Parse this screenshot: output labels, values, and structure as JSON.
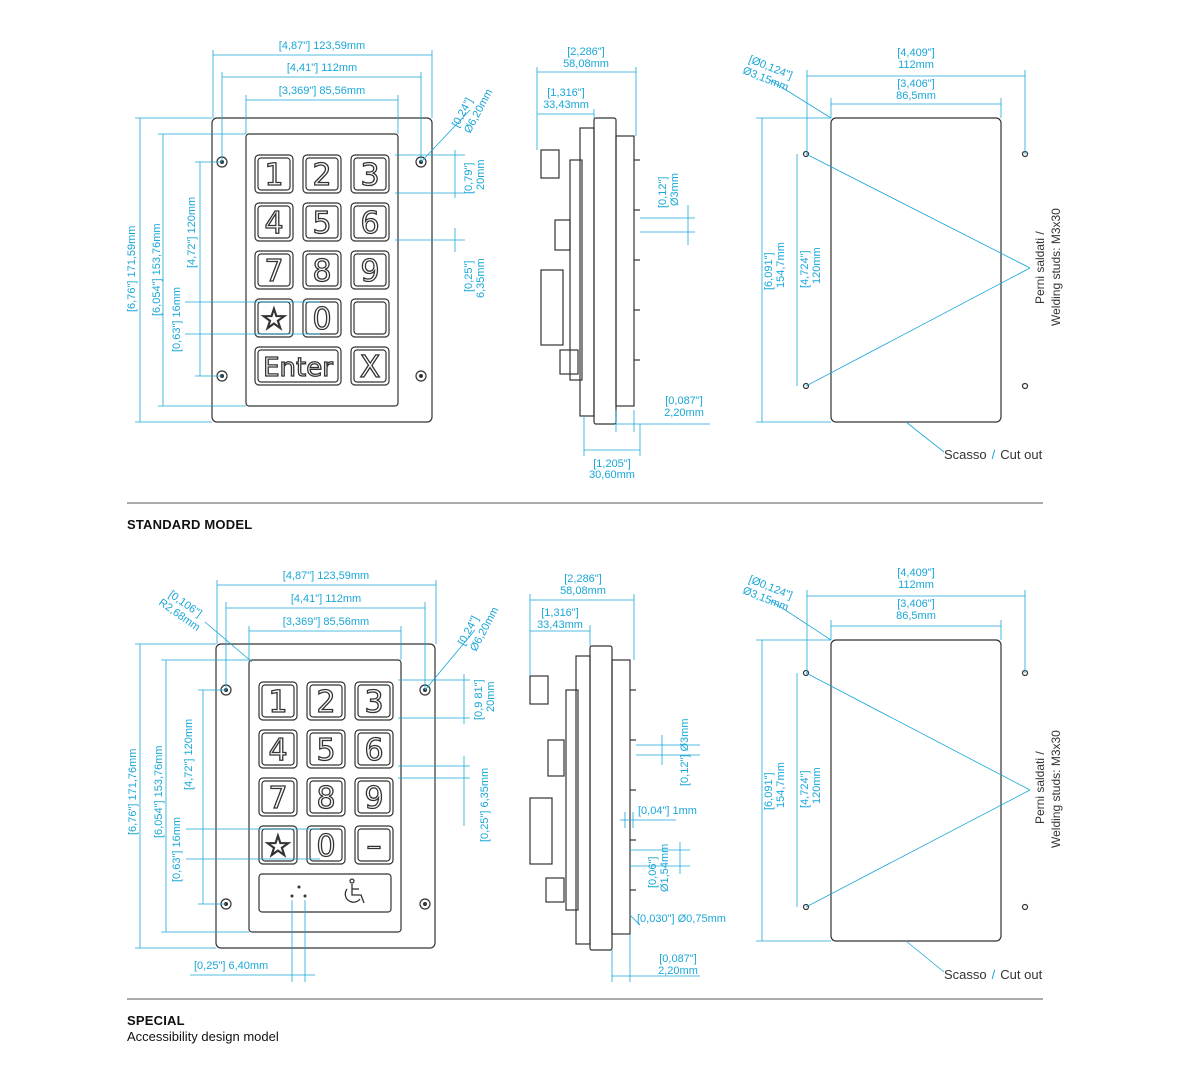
{
  "sections": {
    "standard": {
      "title": "STANDARD MODEL"
    },
    "special": {
      "title": "SPECIAL",
      "subtitle": "Accessibility design model"
    }
  },
  "standard": {
    "front": {
      "w_outer": "[4,87\"] 123,59mm",
      "w_holes": "[4,41\"] 112mm",
      "w_keys": "[3,369\"] 85,56mm",
      "hole_a": "[0,24\"]",
      "hole_b": "Ø6,20mm",
      "key_a": "[0,79\"]",
      "key_b": "20mm",
      "gap_a": "[0,25\"]",
      "gap_b": "6,35mm",
      "h_outer": "[6,76\"] 171,59mm",
      "h_holes": "[6,054\"] 153,76mm",
      "h_keys": "[4,72\"] 120mm",
      "h_key": "[0,63\"] 16mm",
      "keys": [
        "1",
        "2",
        "3",
        "4",
        "5",
        "6",
        "7",
        "8",
        "9",
        "☆",
        "0",
        "",
        "Enter",
        "X"
      ]
    },
    "side": {
      "w_total_a": "[2,286\"]",
      "w_total_b": "58,08mm",
      "w_body_a": "[1,316\"]",
      "w_body_b": "33,43mm",
      "pin_a": "[0,12\"]",
      "pin_b": "Ø3mm",
      "plate_a": "[0,087\"]",
      "plate_b": "2,20mm",
      "depth_a": "[1,205\"]",
      "depth_b": "30,60mm"
    },
    "cutout": {
      "stud_a": "[Ø0,124\"]",
      "stud_b": "Ø3,15mm",
      "w_studs_a": "[4,409\"]",
      "w_studs_b": "112mm",
      "w_cut_a": "[3,406\"]",
      "w_cut_b": "86,5mm",
      "h_studs_a": "[6,091\"]",
      "h_studs_b": "154,7mm",
      "h_cut_a": "[4,724\"]",
      "h_cut_b": "120mm",
      "studs_it": "Perni saldati /",
      "studs_en": "Welding studs: M3x30",
      "cut_it": "Scasso",
      "cut_sep": "/",
      "cut_en": "Cut out"
    }
  },
  "special": {
    "front": {
      "radius_a": "[0,106\"]",
      "radius_b": "R2,68mm",
      "w_outer": "[4,87\"] 123,59mm",
      "w_holes": "[4,41\"] 112mm",
      "w_keys": "[3,369\"] 85,56mm",
      "hole_a": "[0,24\"]",
      "hole_b": "Ø6,20mm",
      "key_a": "[0,9 81\"]",
      "key_b": "20mm",
      "gap": "[0,25\"] 6,35mm",
      "h_outer": "[6,76\"] 171,76mm",
      "h_holes": "[6,054\"] 153,76mm",
      "h_keys": "[4,72\"] 120mm",
      "h_key": "[0,63\"] 16mm",
      "led": "[0,25\"] 6,40mm",
      "keys": [
        "1",
        "2",
        "3",
        "4",
        "5",
        "6",
        "7",
        "8",
        "9",
        "☆",
        "0",
        "–"
      ]
    },
    "side": {
      "w_total_a": "[2,286\"]",
      "w_total_b": "58,08mm",
      "w_body_a": "[1,316\"]",
      "w_body_b": "33,43mm",
      "pin": "[0,12\"] Ø3mm",
      "led_w": "[0,04\"] 1mm",
      "led_h_a": "[0,06\"]",
      "led_h_b": "Ø1,54mm",
      "led_d": "[0,030\"] Ø0,75mm",
      "plate_a": "[0,087\"]",
      "plate_b": "2,20mm"
    },
    "cutout": {
      "stud_a": "[Ø0,124\"]",
      "stud_b": "Ø3,15mm",
      "w_studs_a": "[4,409\"]",
      "w_studs_b": "112mm",
      "w_cut_a": "[3,406\"]",
      "w_cut_b": "86,5mm",
      "h_studs_a": "[6,091\"]",
      "h_studs_b": "154,7mm",
      "h_cut_a": "[4,724\"]",
      "h_cut_b": "120mm",
      "studs_it": "Perni saldati /",
      "studs_en": "Welding studs: M3x30",
      "cut_it": "Scasso",
      "cut_sep": "/",
      "cut_en": "Cut out"
    }
  },
  "colors": {
    "dimension": "#1aa7d8",
    "outline": "#333333"
  }
}
